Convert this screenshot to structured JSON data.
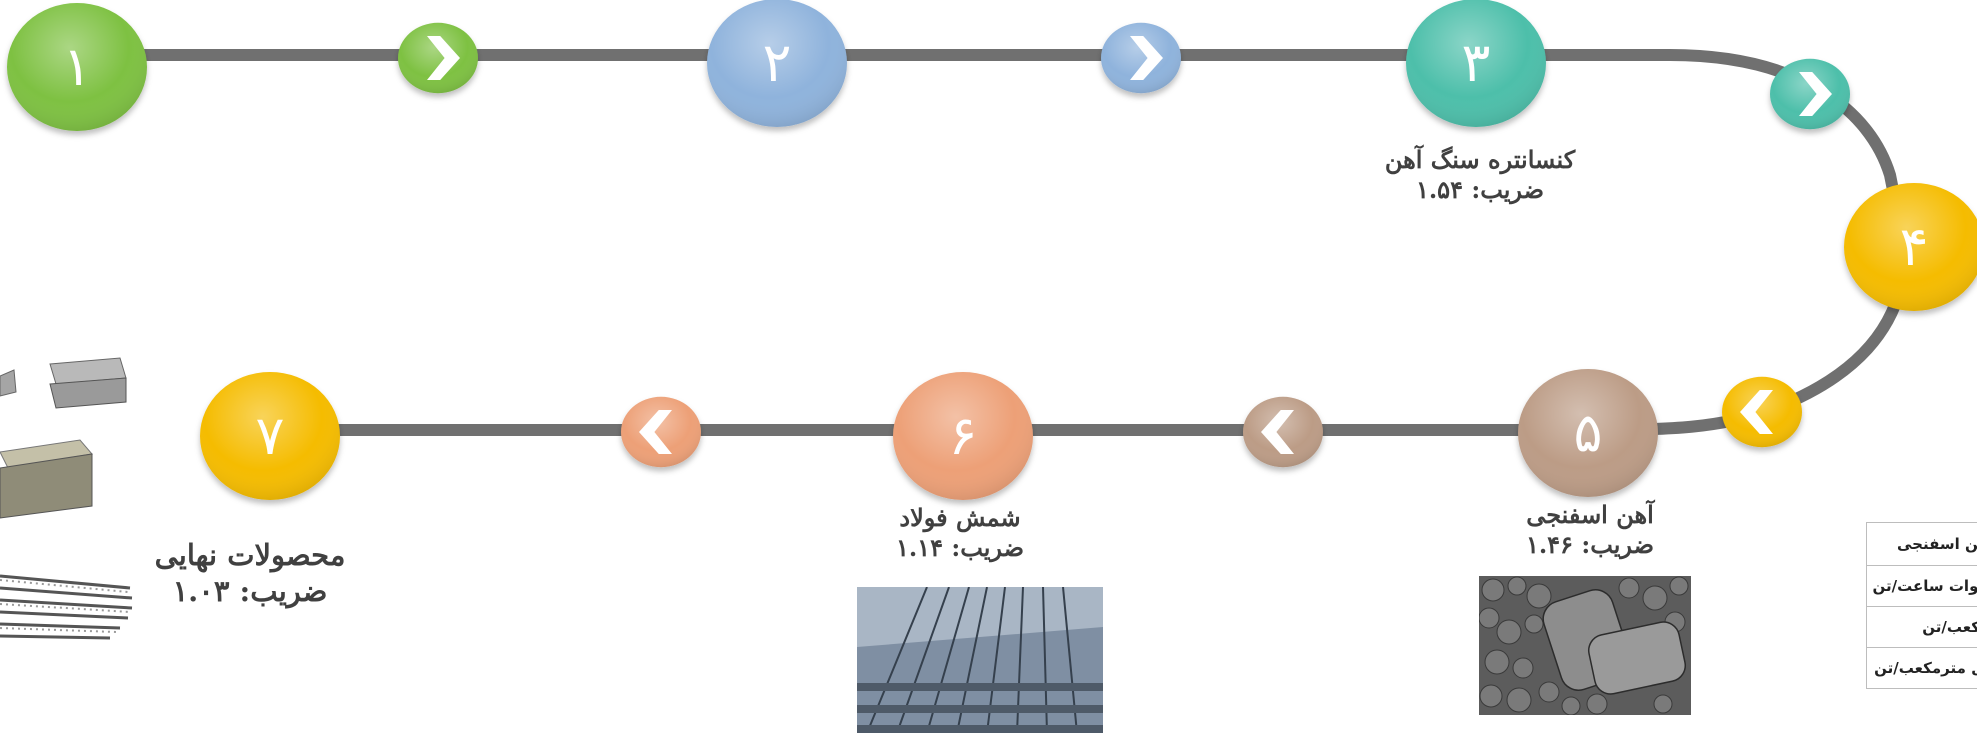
{
  "steps": [
    {
      "number": "۱",
      "color": "#7ec142",
      "name": "",
      "coef": ""
    },
    {
      "number": "۲",
      "color": "#8fb3dc",
      "name": "",
      "coef": ""
    },
    {
      "number": "۳",
      "color": "#4dbfaa",
      "name": "کنسانتره سنگ آهن",
      "coef_label": "ضریب:",
      "coef": "۱.۵۴"
    },
    {
      "number": "۴",
      "color": "#f5bc00",
      "name": "",
      "coef": ""
    },
    {
      "number": "۵",
      "color": "#bc9c86",
      "name": "آهن اسفنجی",
      "coef_label": "ضریب:",
      "coef": "۱.۴۶"
    },
    {
      "number": "۶",
      "color": "#eda077",
      "name": "شمش فولاد",
      "coef_label": "ضریب:",
      "coef": "۱.۱۴"
    },
    {
      "number": "۷",
      "color": "#f5bc00",
      "name": "محصولات نهایی",
      "coef_label": "ضریب:",
      "coef": "۱.۰۳"
    }
  ],
  "arrows": [
    {
      "between": "۱-۲",
      "direction": "chevron-right-icon",
      "color": "#7ec142"
    },
    {
      "between": "۲-۳",
      "direction": "chevron-right-icon",
      "color": "#8fb3dc"
    },
    {
      "between": "۳-۴",
      "direction": "chevron-right-icon",
      "color": "#4dbfaa"
    },
    {
      "between": "۴-۵",
      "direction": "chevron-left-icon",
      "color": "#f5bc00"
    },
    {
      "between": "۵-۶",
      "direction": "chevron-left-icon",
      "color": "#bc9c86"
    },
    {
      "between": "۶-۷",
      "direction": "chevron-left-icon",
      "color": "#eda077"
    }
  ],
  "path_color": "#707070",
  "table": {
    "rows": [
      "به آهن اسفنجی",
      "کیلو وات ساعت/تن",
      "مترمکعب/تن",
      "نرمال مترمکعب/تن"
    ]
  },
  "photos": [
    {
      "name": "sponge-iron-photo"
    },
    {
      "name": "steel-billet-photo"
    },
    {
      "name": "final-products-photo"
    }
  ]
}
